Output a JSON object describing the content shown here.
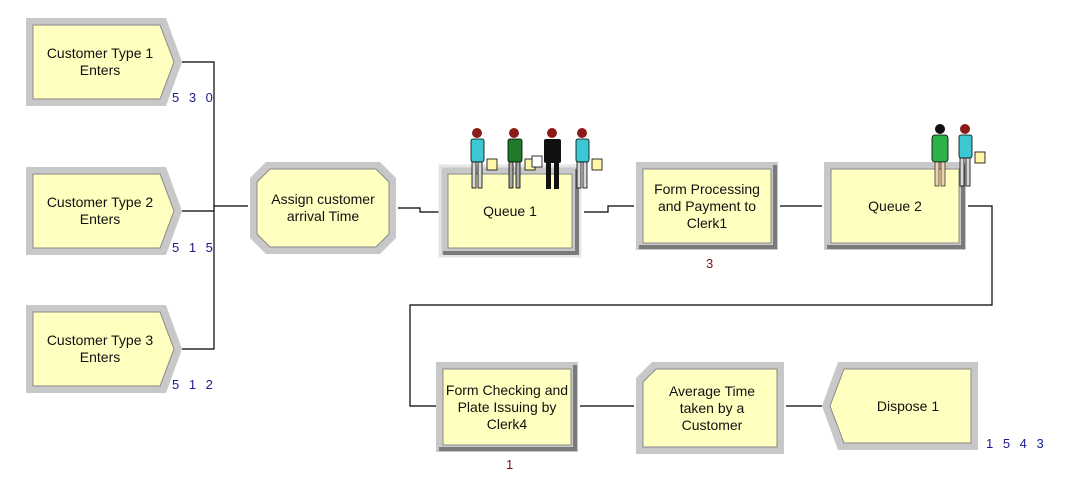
{
  "diagram": {
    "modules": {
      "create1": {
        "label": "Customer Type 1 Enters",
        "counter": "5 3 0"
      },
      "create2": {
        "label": "Customer Type 2 Enters",
        "counter": "5 1 5"
      },
      "create3": {
        "label": "Customer Type 3 Enters",
        "counter": "5 1 2"
      },
      "assign": {
        "label": "Assign customer arrival Time"
      },
      "queue1": {
        "label": "Queue 1"
      },
      "process1": {
        "label": "Form Processing and Payment to Clerk1",
        "counter": "3"
      },
      "queue2": {
        "label": "Queue 2"
      },
      "process2": {
        "label": "Form Checking and Plate Issuing by Clerk4",
        "counter": "1"
      },
      "record": {
        "label": "Average Time taken by a Customer"
      },
      "dispose": {
        "label": "Dispose 1",
        "counter": "1 5 4 3"
      }
    },
    "colors": {
      "fill": "#ffffc0",
      "bevel_light": "#dcdcdc",
      "bevel_dark": "#808080",
      "counter_blue": "#1a1a8c",
      "counter_red": "#7a1010",
      "connector": "#000000"
    },
    "icons": [
      "person-with-form-icon",
      "person-with-form-icon",
      "person-with-form-icon",
      "person-with-form-icon",
      "person-with-form-icon",
      "person-with-form-icon"
    ]
  }
}
